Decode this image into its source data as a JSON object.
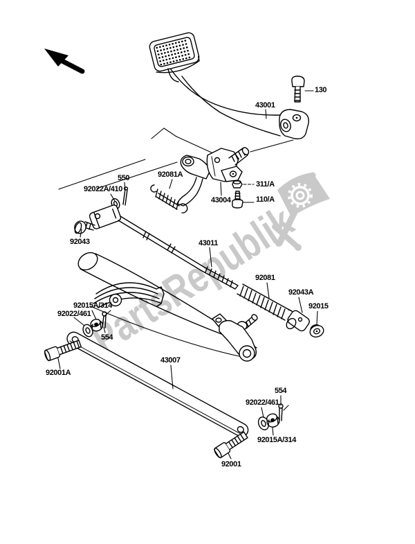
{
  "watermark": {
    "text": "PartsRepublik",
    "color": "#c9c9c9",
    "logo_icon": "flag-gear-wrench-icon"
  },
  "icons": {
    "direction_arrow": "arrow-up-left"
  },
  "labels": [
    {
      "part": "130",
      "text": "130"
    },
    {
      "part": "43001",
      "text": "43001"
    },
    {
      "part": "92081A",
      "text": "92081A"
    },
    {
      "part": "550",
      "text": "550"
    },
    {
      "part": "92022A-410",
      "text": "92022A/410"
    },
    {
      "part": "311-A",
      "text": "311/A"
    },
    {
      "part": "43004",
      "text": "43004"
    },
    {
      "part": "110-A",
      "text": "110/A"
    },
    {
      "part": "92043",
      "text": "92043"
    },
    {
      "part": "43011",
      "text": "43011"
    },
    {
      "part": "92081",
      "text": "92081"
    },
    {
      "part": "92043A",
      "text": "92043A"
    },
    {
      "part": "92015",
      "text": "92015"
    },
    {
      "part": "92015A-314-upper",
      "text": "92015A/314"
    },
    {
      "part": "92022-461-upper",
      "text": "92022/461"
    },
    {
      "part": "554-upper",
      "text": "554"
    },
    {
      "part": "43007",
      "text": "43007"
    },
    {
      "part": "92001A",
      "text": "92001A"
    },
    {
      "part": "554-lower",
      "text": "554"
    },
    {
      "part": "92022-461-lower",
      "text": "92022/461"
    },
    {
      "part": "92015A-314-lower",
      "text": "92015A/314"
    },
    {
      "part": "92001",
      "text": "92001"
    }
  ]
}
